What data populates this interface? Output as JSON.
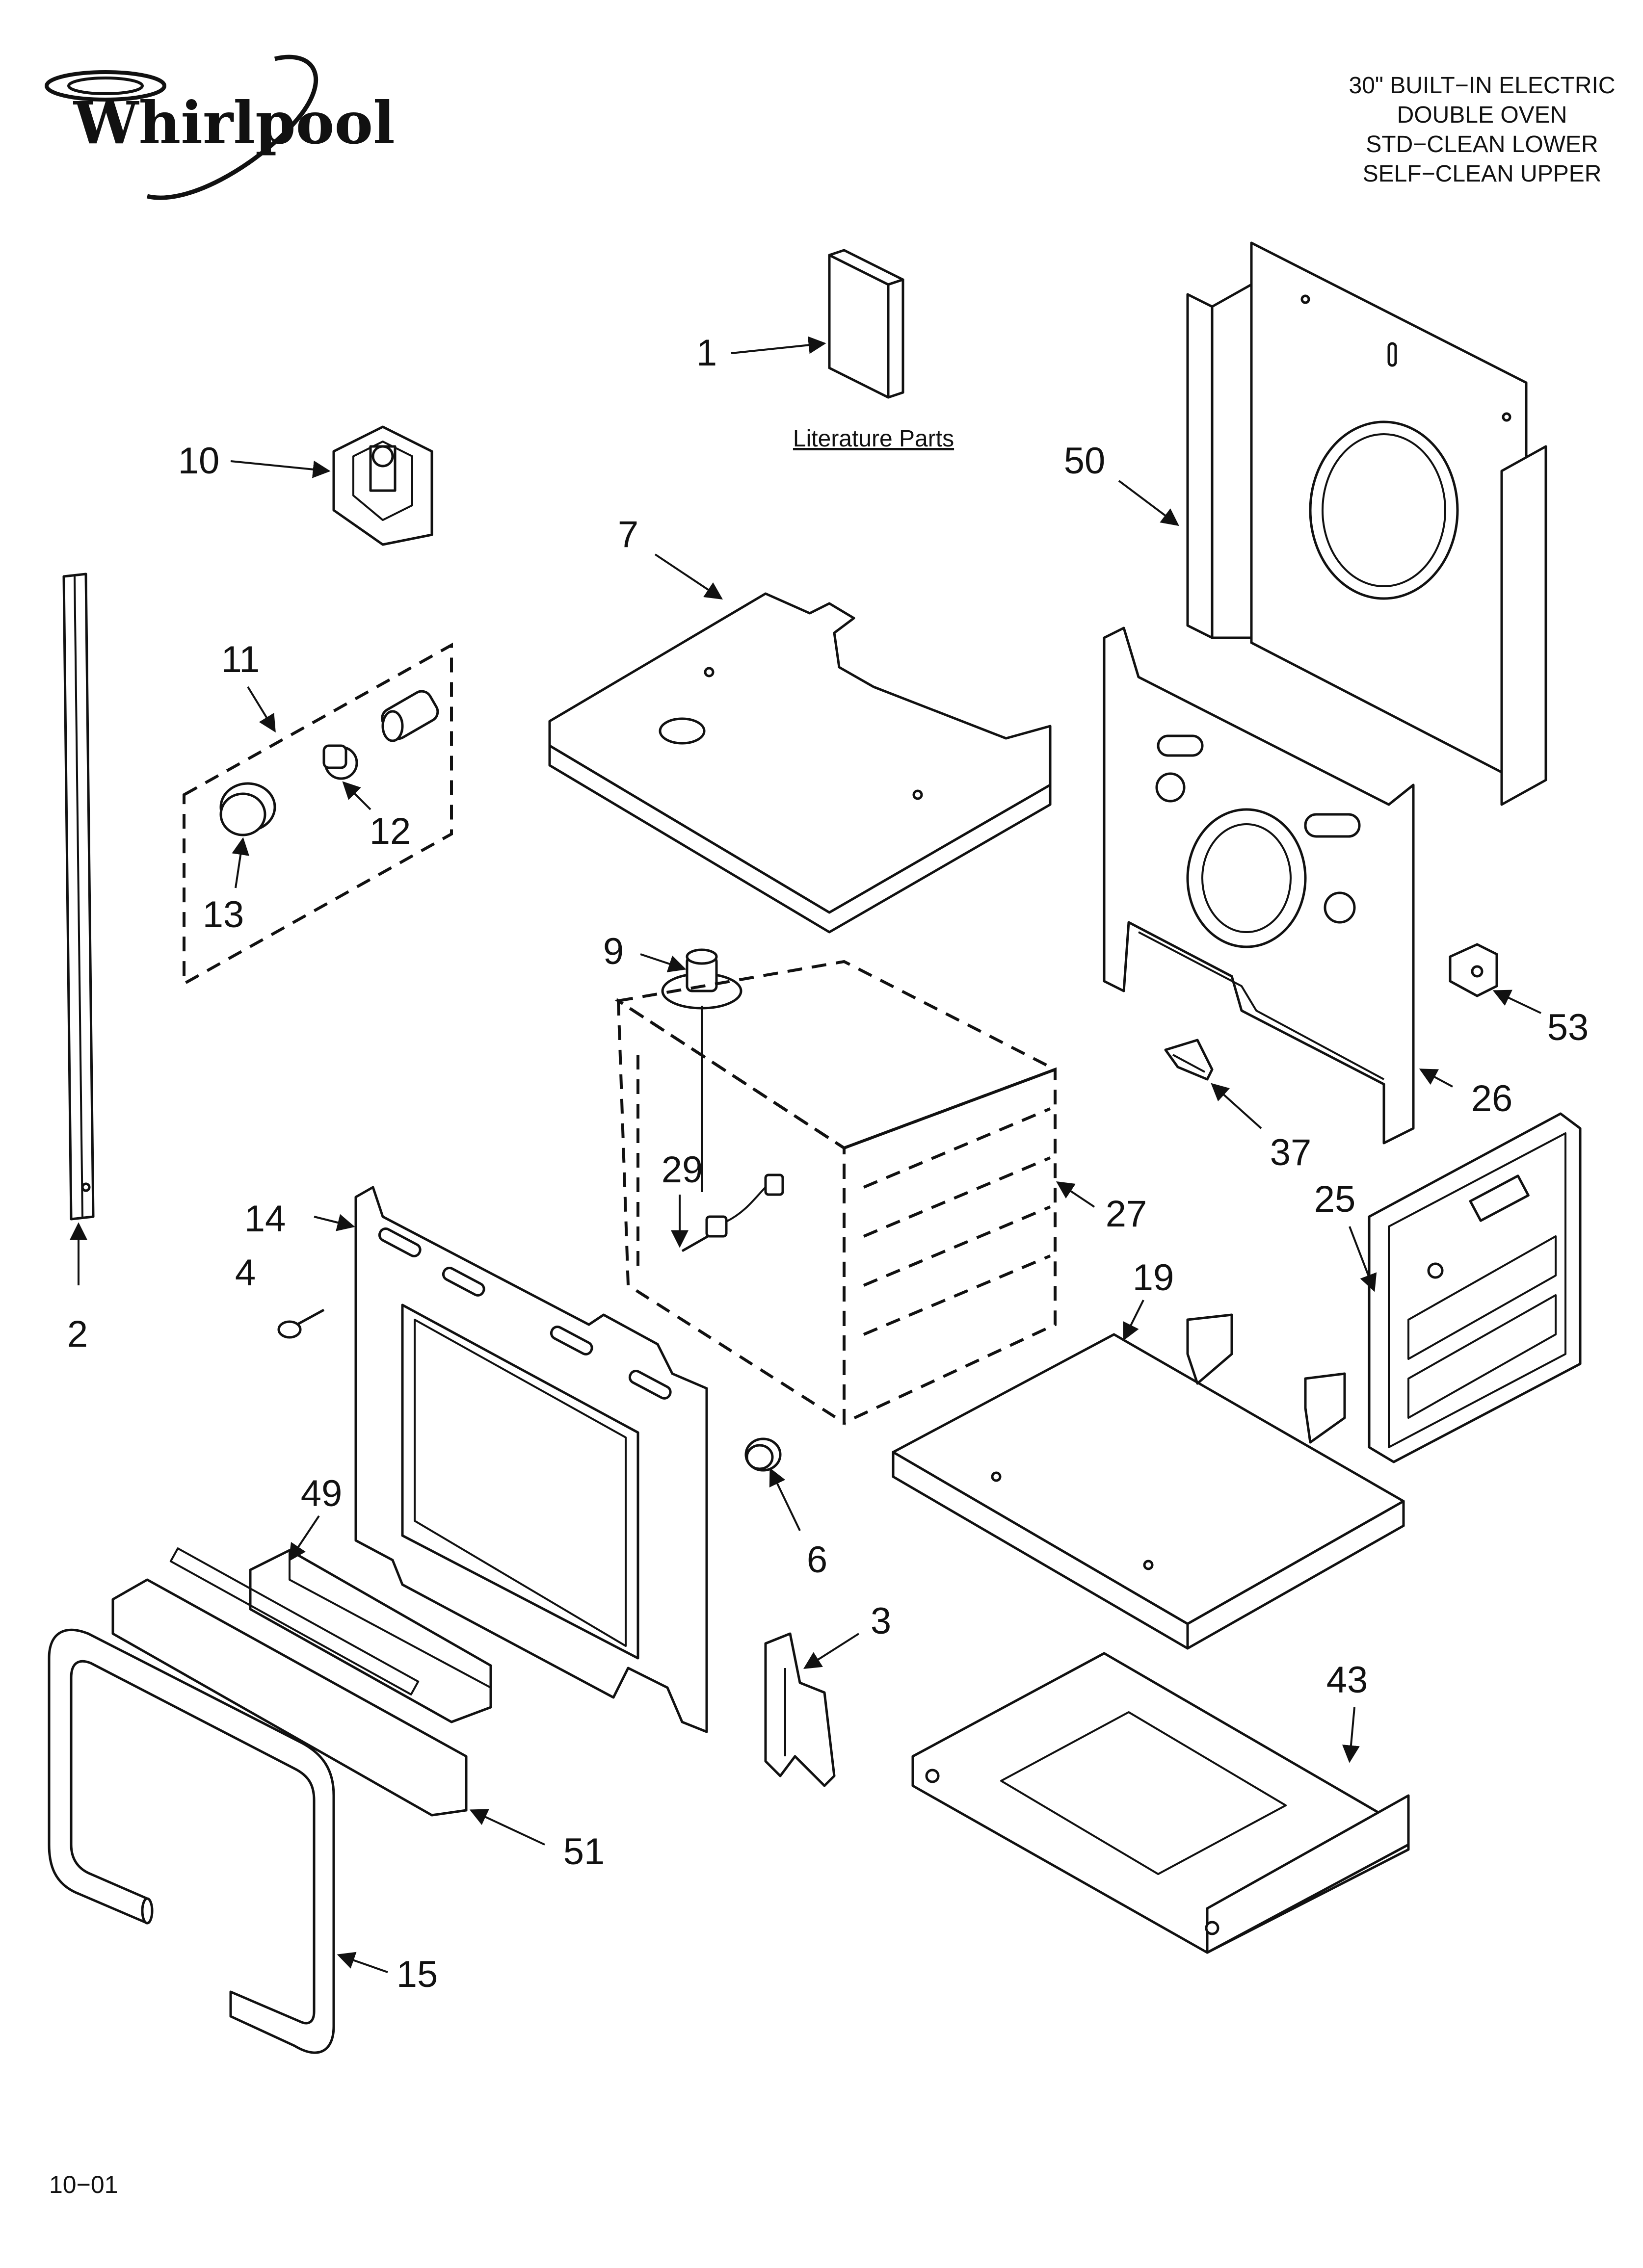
{
  "brand": {
    "logo_text": "Whirlpool"
  },
  "header": {
    "lines": [
      "30\" BUILT−IN ELECTRIC",
      "DOUBLE OVEN",
      "STD−CLEAN LOWER",
      "SELF−CLEAN UPPER"
    ]
  },
  "literature_label": "Literature Parts",
  "callouts": {
    "c1": "1",
    "c2": "2",
    "c3": "3",
    "c4": "4",
    "c6": "6",
    "c7": "7",
    "c9": "9",
    "c10": "10",
    "c11": "11",
    "c12": "12",
    "c13": "13",
    "c14": "14",
    "c15": "15",
    "c19": "19",
    "c25": "25",
    "c26": "26",
    "c27": "27",
    "c29": "29",
    "c37": "37",
    "c43": "43",
    "c49": "49",
    "c50": "50",
    "c51": "51",
    "c53": "53"
  },
  "footer": {
    "date_code": "10−01"
  }
}
